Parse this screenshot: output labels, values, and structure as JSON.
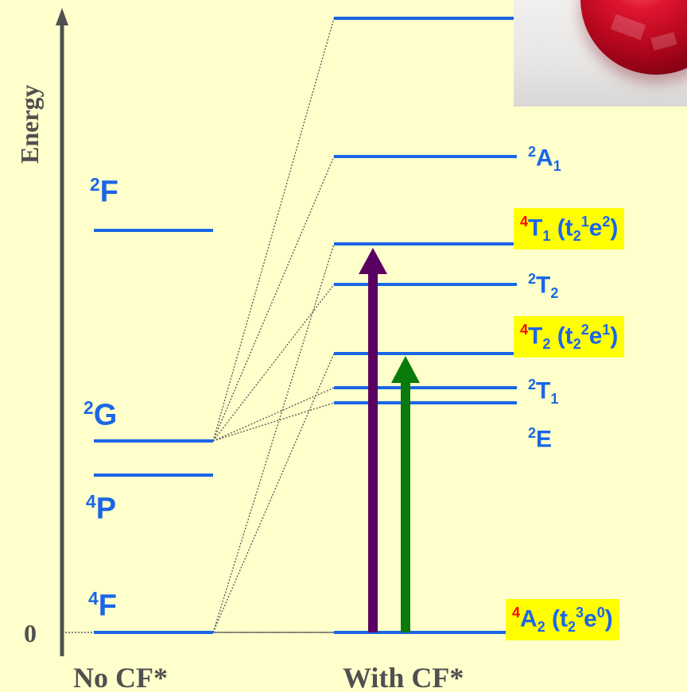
{
  "axis": {
    "energy_label": "Energy",
    "zero_label": "0",
    "left_column_label": "No CF*",
    "right_column_label": "With CF*"
  },
  "free_ion_terms": [
    {
      "id": "2F",
      "mult": "2",
      "letter": "F"
    },
    {
      "id": "2G",
      "mult": "2",
      "letter": "G"
    },
    {
      "id": "4P",
      "mult": "4",
      "letter": "P"
    },
    {
      "id": "4F",
      "mult": "4",
      "letter": "F"
    }
  ],
  "crystal_field_states": [
    {
      "id": "2A1",
      "mult": "2",
      "sym": "A",
      "sub": "1",
      "config": null,
      "highlight": false
    },
    {
      "id": "4T1",
      "mult": "4",
      "sym": "T",
      "sub": "1",
      "config": {
        "t": "1",
        "e": "2"
      },
      "highlight": true
    },
    {
      "id": "2T2",
      "mult": "2",
      "sym": "T",
      "sub": "2",
      "config": null,
      "highlight": false
    },
    {
      "id": "4T2",
      "mult": "4",
      "sym": "T",
      "sub": "2",
      "config": {
        "t": "2",
        "e": "1"
      },
      "highlight": true
    },
    {
      "id": "2T1",
      "mult": "2",
      "sym": "T",
      "sub": "1",
      "config": null,
      "highlight": false
    },
    {
      "id": "2E",
      "mult": "2",
      "sym": "E",
      "sub": "",
      "config": null,
      "highlight": false
    },
    {
      "id": "4A2",
      "mult": "4",
      "sym": "A",
      "sub": "2",
      "config": {
        "t": "3",
        "e": "0"
      },
      "highlight": true
    }
  ],
  "transitions": [
    {
      "from": "4A2",
      "to": "4T1",
      "color": "#5a0060"
    },
    {
      "from": "4A2",
      "to": "4T2",
      "color": "#0a7a0a"
    }
  ],
  "colors": {
    "background": "#ffffcc",
    "level_line": "#1a66e6",
    "highlight": "#ffff00",
    "quartet_superscript": "#ff0000",
    "axis": "#505050"
  }
}
